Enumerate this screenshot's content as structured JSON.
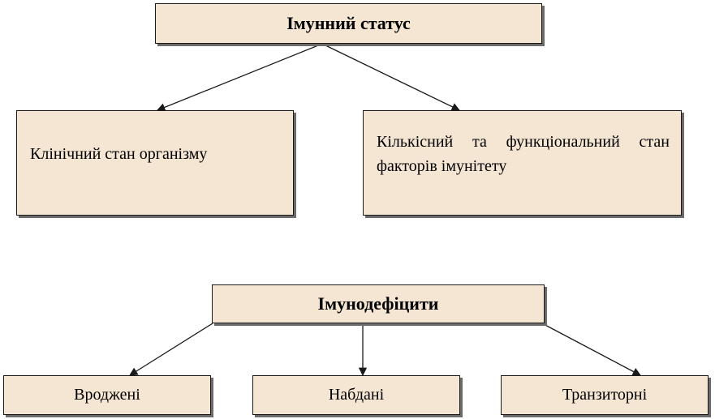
{
  "diagram1": {
    "root": "Імунний статус",
    "left": "Клінічний стан організму",
    "right": "Кількісний та функціональний стан факторів імунітету"
  },
  "diagram2": {
    "root": "Імунодефіцити",
    "children": [
      "Вроджені",
      "Набдані",
      "Транзиторні"
    ]
  },
  "colors": {
    "box_fill": "#f5e6d3",
    "border": "#1a1a1a",
    "shadow": "#6b6b6b"
  }
}
